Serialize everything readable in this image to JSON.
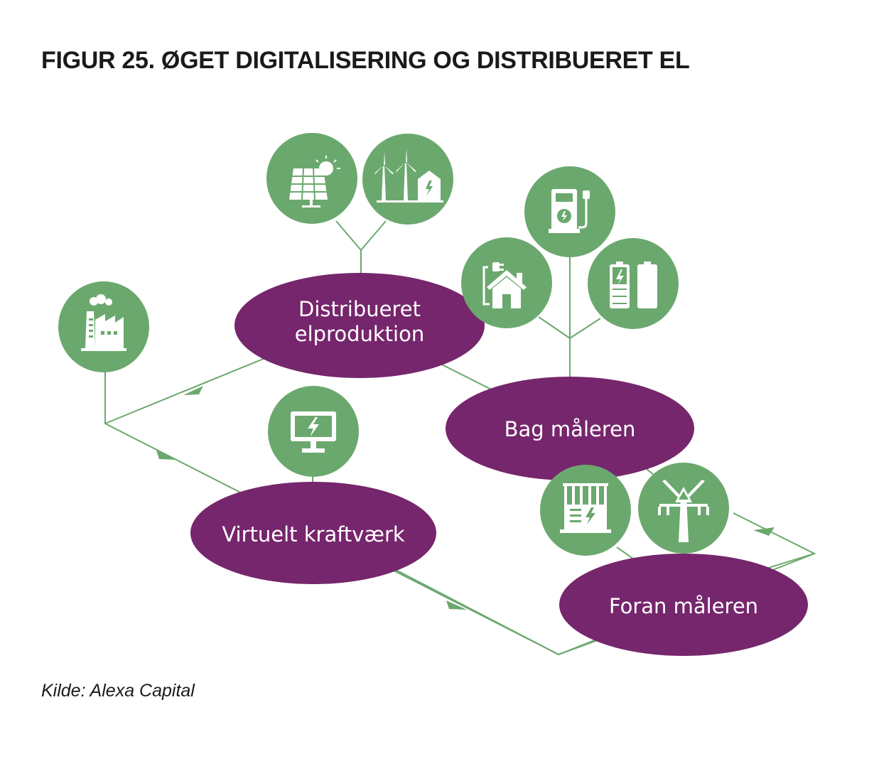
{
  "figure": {
    "title": "FIGUR 25. ØGET DIGITALISERING OG DISTRIBUERET EL",
    "source": "Kilde: Alexa Capital"
  },
  "colors": {
    "green": "#6ba86e",
    "purple": "#76266c",
    "line": "#6ba86e"
  },
  "nodes": {
    "distributed": {
      "line1": "Distribueret",
      "line2": "elproduktion"
    },
    "behind_meter": {
      "label": "Bag måleren"
    },
    "virtual_plant": {
      "label": "Virtuelt kraftværk"
    },
    "front_meter": {
      "label": "Foran måleren"
    }
  },
  "icons": [
    "factory-icon",
    "solar-panel-icon",
    "wind-turbine-icon",
    "ev-charger-icon",
    "smart-home-icon",
    "battery-icon",
    "monitor-icon",
    "substation-icon",
    "power-pylon-icon"
  ]
}
